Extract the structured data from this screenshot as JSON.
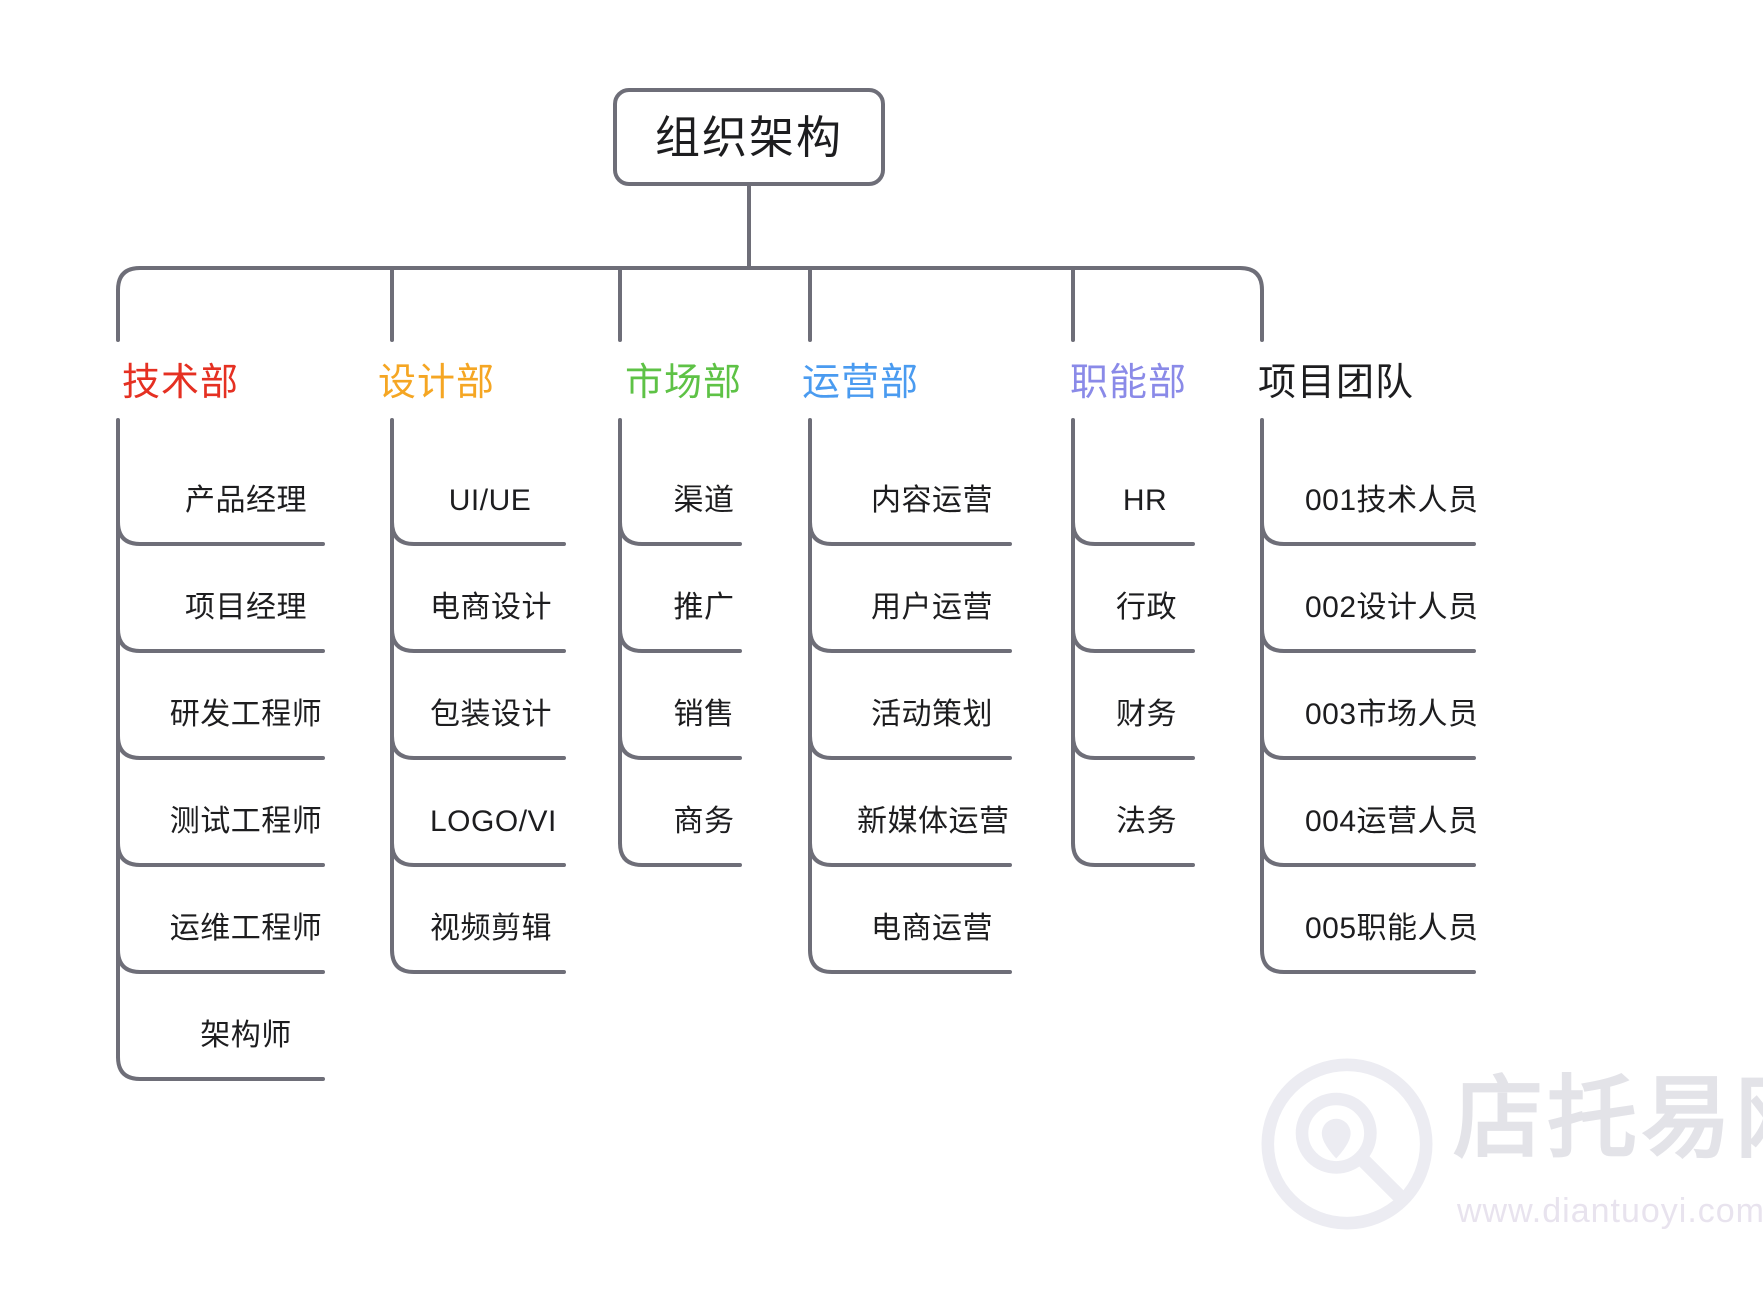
{
  "diagram": {
    "title": "组织架构",
    "root": {
      "label": "组织架构"
    },
    "watermark": {
      "brand": "店托易网",
      "url": "www.diantuoyi.com",
      "logo_icon": "magnifier-location-logo-icon"
    },
    "line_color": "#6e6e78",
    "text_color": "#1d1d1f",
    "departments": [
      {
        "name": "技术部",
        "color": "#e53022",
        "items": [
          "产品经理",
          "项目经理",
          "研发工程师",
          "测试工程师",
          "运维工程师",
          "架构师"
        ]
      },
      {
        "name": "设计部",
        "color": "#f5a623",
        "items": [
          "UI/UE",
          "电商设计",
          "包装设计",
          "LOGO/VI",
          "视频剪辑"
        ]
      },
      {
        "name": "市场部",
        "color": "#5ec246",
        "items": [
          "渠道",
          "推广",
          "销售",
          "商务"
        ]
      },
      {
        "name": "运营部",
        "color": "#4a9bf0",
        "items": [
          "内容运营",
          "用户运营",
          "活动策划",
          "新媒体运营",
          "电商运营"
        ]
      },
      {
        "name": "职能部",
        "color": "#8a8ae8",
        "items": [
          "HR",
          "行政",
          "财务",
          "法务"
        ]
      },
      {
        "name": "项目团队",
        "color": "#1d1d1f",
        "items": [
          "001技术人员",
          "002设计人员",
          "003市场人员",
          "004运营人员",
          "005职能人员"
        ]
      }
    ]
  }
}
